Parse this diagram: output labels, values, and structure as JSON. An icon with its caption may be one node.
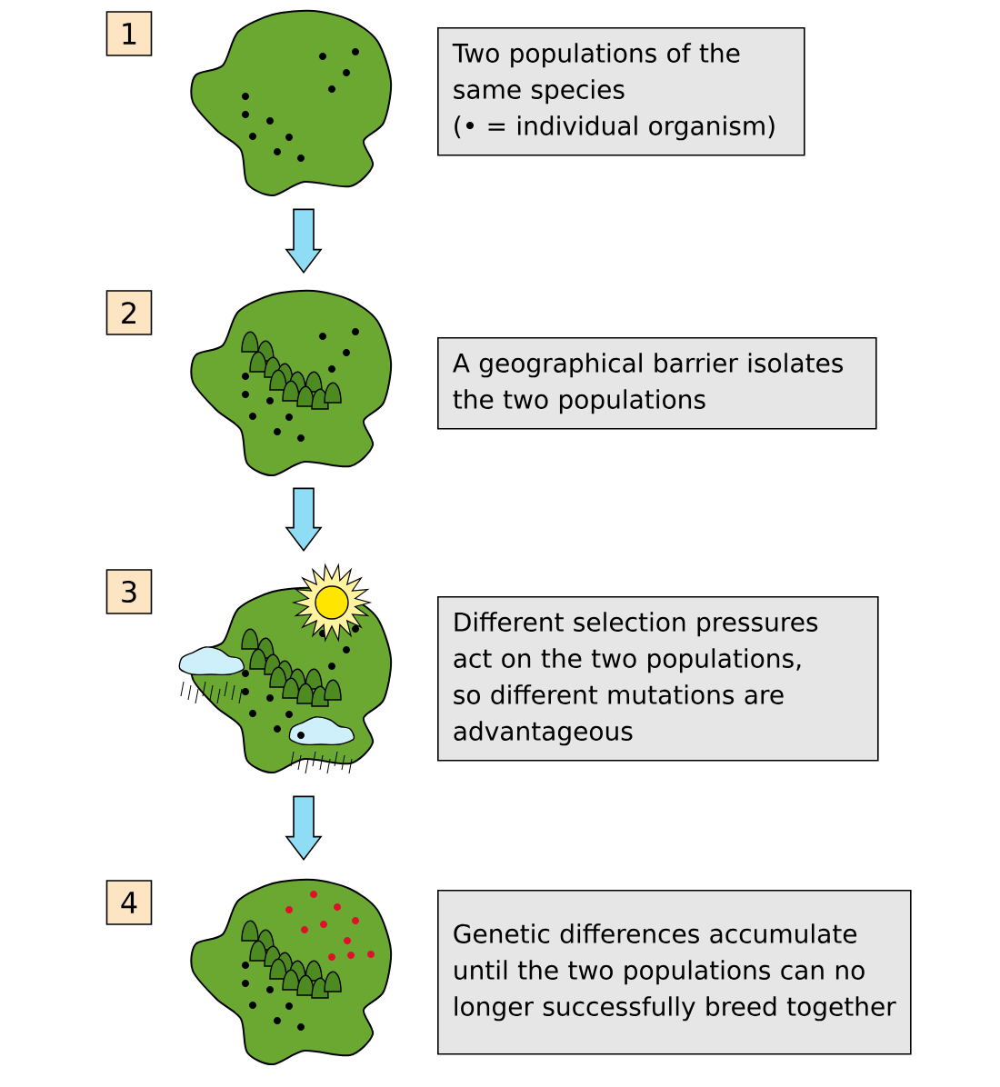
{
  "diagram": {
    "nodes": [
      {
        "text": [
          "1"
        ]
      },
      {
        "text": [],
        "shape": "picture"
      },
      {
        "text": [
          "Two populations of the same species",
          "(• = individual organism)"
        ]
      },
      {
        "text": [
          "2"
        ]
      },
      {
        "text": [],
        "shape": "picture"
      },
      {
        "text": [
          "A geographical barrier isolates the two populations"
        ]
      },
      {
        "text": [
          "3"
        ]
      },
      {
        "text": [],
        "shape": "picture"
      },
      {
        "text": [
          "Different selection pressures act on the two populations, so different mutations are advantageous"
        ]
      },
      {
        "text": [
          "4"
        ]
      },
      {
        "text": [],
        "shape": "picture"
      },
      {
        "text": [
          "Genetic differences accumulate until the two populations can no longer successfully breed together"
        ]
      }
    ],
    "edges": [
      {
        "from": 1,
        "to": 4,
        "arrow": "to"
      },
      {
        "from": 4,
        "to": 7,
        "arrow": "to"
      },
      {
        "from": 7,
        "to": 10,
        "arrow": "to"
      }
    ]
  }
}
